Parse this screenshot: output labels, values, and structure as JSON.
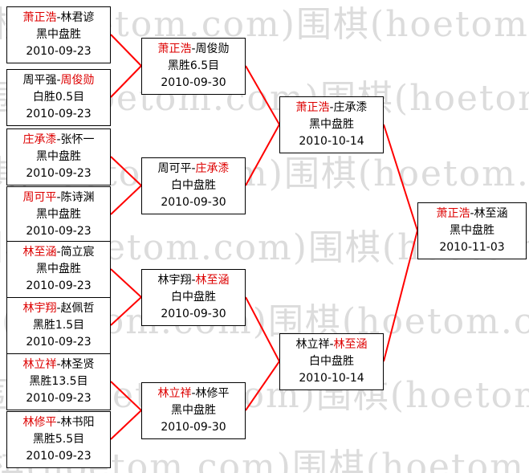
{
  "watermark": {
    "text": "围棋(hoetom.com)",
    "color": "#dcdcdc"
  },
  "separator": "-",
  "colors": {
    "winner": "#dd0000",
    "line": "#ff0000"
  },
  "rounds": [
    {
      "name": "round-of-16",
      "matches": [
        {
          "p1": "萧正浩",
          "p2": "林君谚",
          "result": "黑中盘胜",
          "date": "2010-09-23",
          "winner": "p1"
        },
        {
          "p1": "周平强",
          "p2": "周俊勋",
          "result": "白胜0.5目",
          "date": "2010-09-23",
          "winner": "p2"
        },
        {
          "p1": "庄承潻",
          "p2": "张怀一",
          "result": "黑中盘胜",
          "date": "2010-09-23",
          "winner": "p1"
        },
        {
          "p1": "周可平",
          "p2": "陈诗渊",
          "result": "黑中盘胜",
          "date": "2010-09-23",
          "winner": "p1"
        },
        {
          "p1": "林至涵",
          "p2": "简立宸",
          "result": "黑中盘胜",
          "date": "2010-09-23",
          "winner": "p1"
        },
        {
          "p1": "林宇翔",
          "p2": "赵佩哲",
          "result": "黑胜1.5目",
          "date": "2010-09-23",
          "winner": "p1"
        },
        {
          "p1": "林立祥",
          "p2": "林圣贤",
          "result": "黑胜13.5目",
          "date": "2010-09-23",
          "winner": "p1"
        },
        {
          "p1": "林修平",
          "p2": "林书阳",
          "result": "黑胜5.5目",
          "date": "2010-09-23",
          "winner": "p1"
        }
      ]
    },
    {
      "name": "quarterfinals",
      "matches": [
        {
          "p1": "萧正浩",
          "p2": "周俊勋",
          "result": "黑胜6.5目",
          "date": "2010-09-30",
          "winner": "p1"
        },
        {
          "p1": "周可平",
          "p2": "庄承潻",
          "result": "白中盘胜",
          "date": "2010-09-30",
          "winner": "p2"
        },
        {
          "p1": "林宇翔",
          "p2": "林至涵",
          "result": "白中盘胜",
          "date": "2010-09-30",
          "winner": "p2"
        },
        {
          "p1": "林立祥",
          "p2": "林修平",
          "result": "黑中盘胜",
          "date": "2010-09-30",
          "winner": "p1"
        }
      ]
    },
    {
      "name": "semifinals",
      "matches": [
        {
          "p1": "萧正浩",
          "p2": "庄承潻",
          "result": "黑中盘胜",
          "date": "2010-10-14",
          "winner": "p1"
        },
        {
          "p1": "林立祥",
          "p2": "林至涵",
          "result": "白中盘胜",
          "date": "2010-10-14",
          "winner": "p2"
        }
      ]
    },
    {
      "name": "final",
      "matches": [
        {
          "p1": "萧正浩",
          "p2": "林至涵",
          "result": "黑中盘胜",
          "date": "2010-11-03",
          "winner": "p1"
        }
      ]
    }
  ]
}
